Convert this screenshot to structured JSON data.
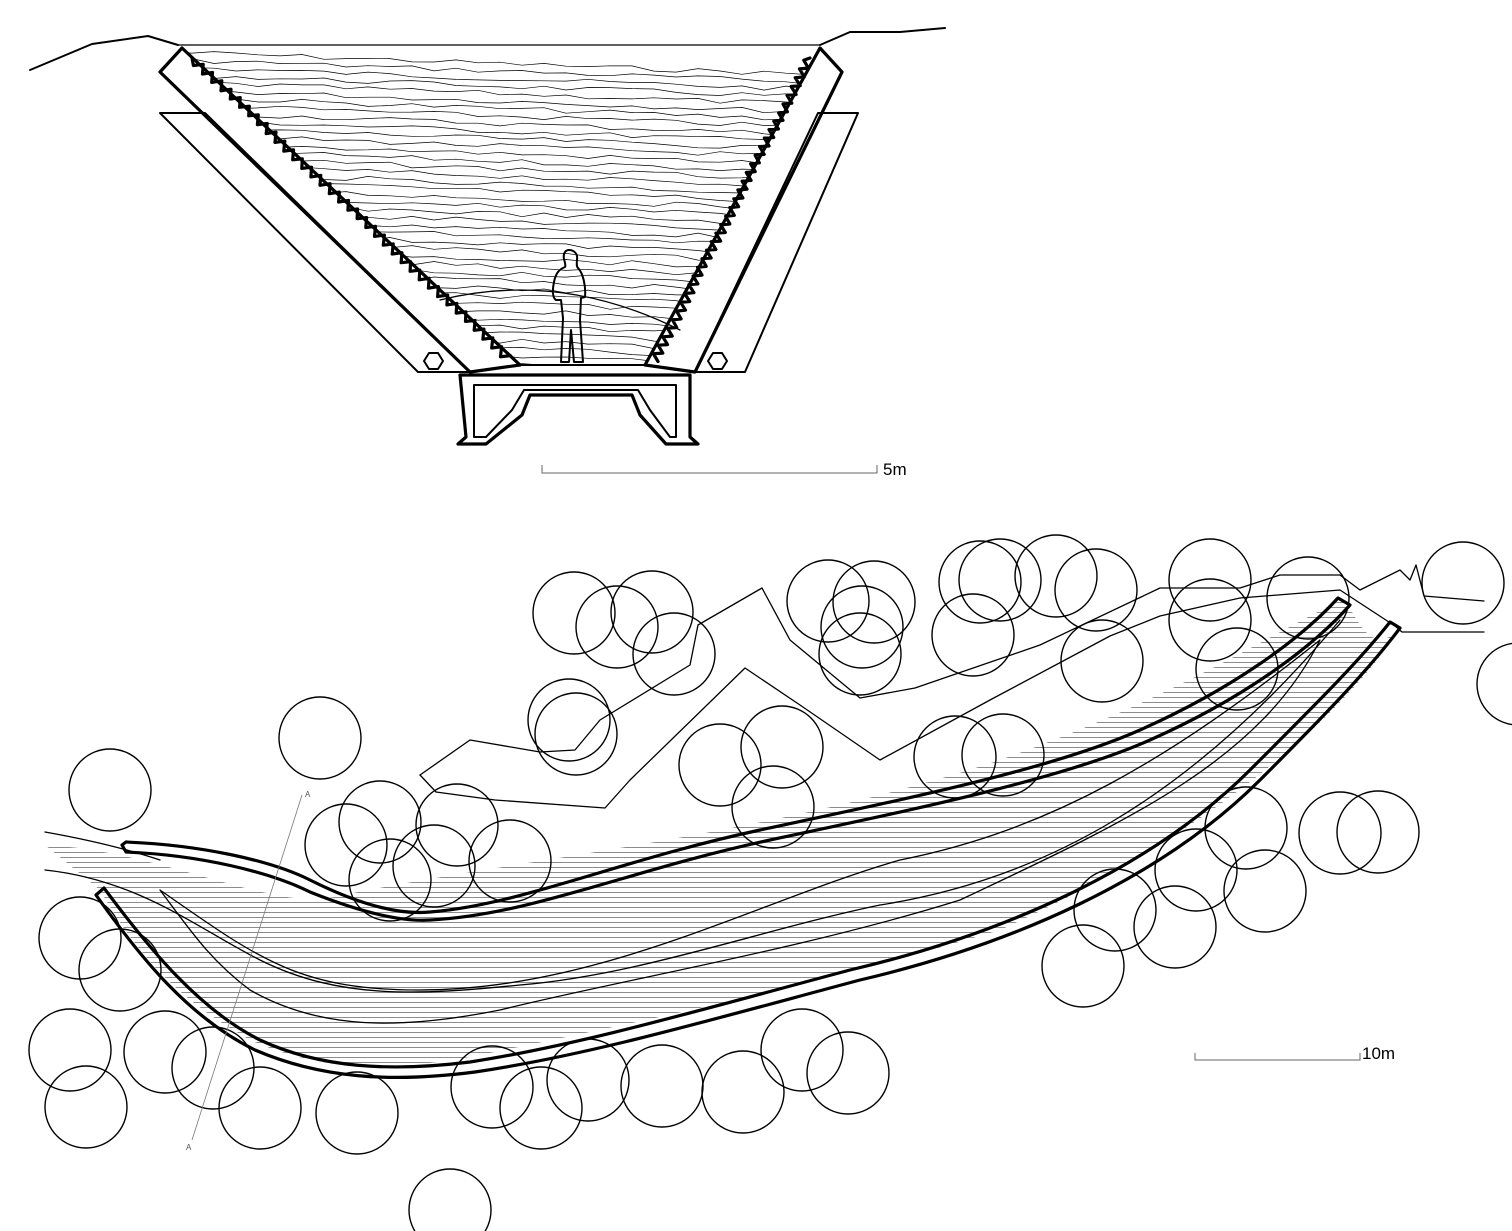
{
  "section": {
    "scale_label": "5m"
  },
  "plan": {
    "scale_label": "10m",
    "section_marker_top": "A",
    "section_marker_bottom": "A"
  }
}
